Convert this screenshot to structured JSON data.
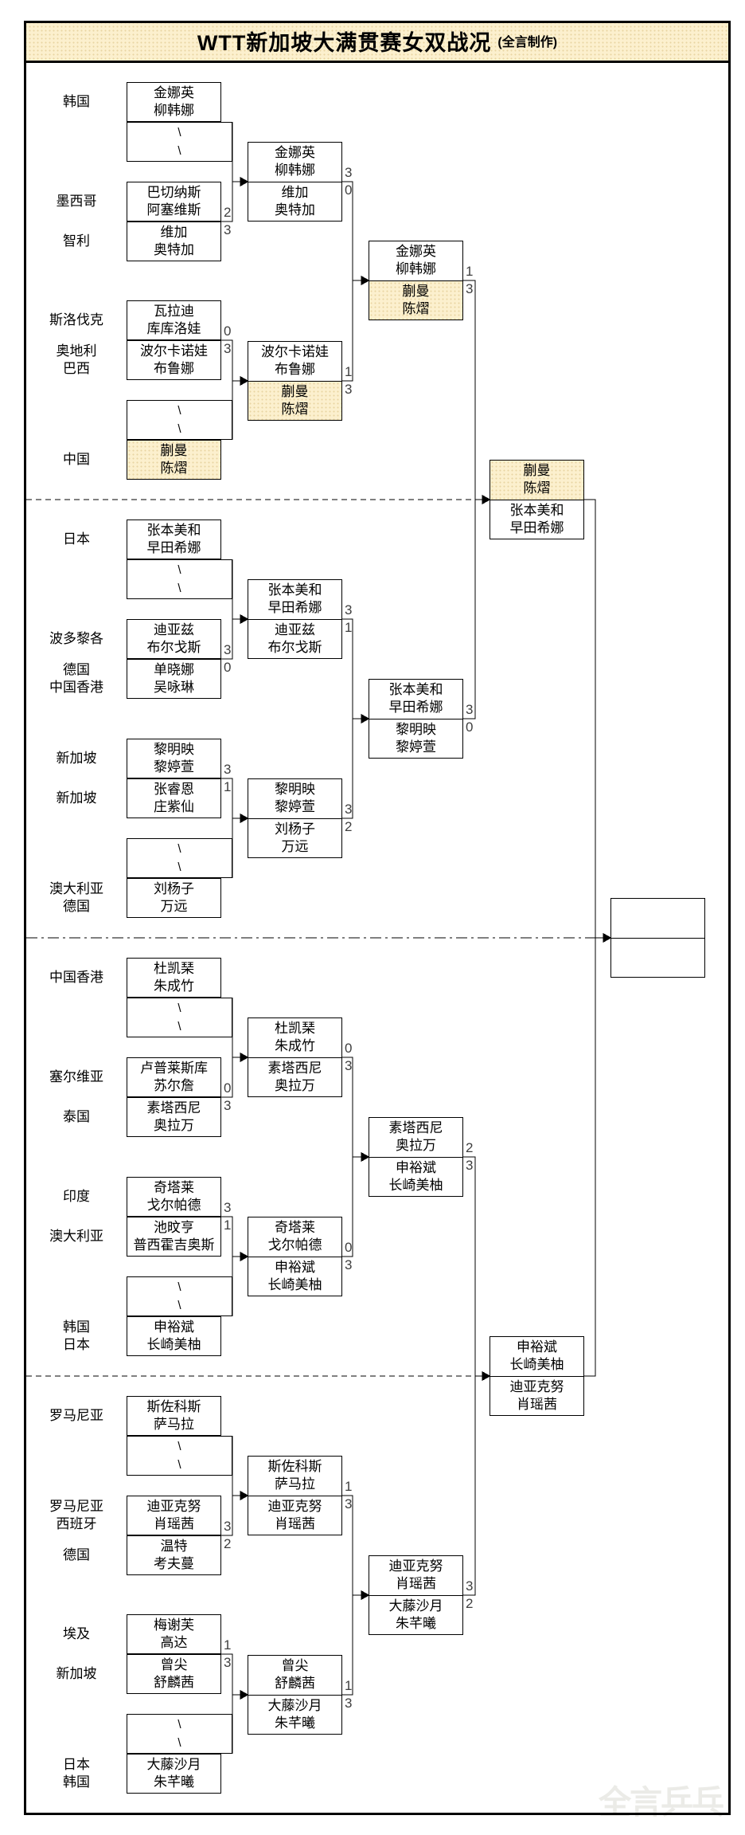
{
  "title": {
    "main": "WTT新加坡大满贯赛女双战况",
    "credit": "(全言制作)"
  },
  "watermark": "全言乒乓",
  "colors": {
    "highlight_fill": "#FCF0CE",
    "line": "#000000",
    "score_text": "#3F3F3F",
    "background": "#FFFFFF"
  },
  "bye": {
    "l1": "\\",
    "l2": "\\"
  },
  "countries": [
    {
      "l1": "韩国",
      "l2": ""
    },
    {
      "l1": "墨西哥",
      "l2": ""
    },
    {
      "l1": "智利",
      "l2": ""
    },
    {
      "l1": "斯洛伐克",
      "l2": ""
    },
    {
      "l1": "奥地利",
      "l2": "巴西"
    },
    {
      "l1": "中国",
      "l2": ""
    },
    {
      "l1": "日本",
      "l2": ""
    },
    {
      "l1": "波多黎各",
      "l2": ""
    },
    {
      "l1": "德国",
      "l2": "中国香港"
    },
    {
      "l1": "新加坡",
      "l2": ""
    },
    {
      "l1": "新加坡",
      "l2": ""
    },
    {
      "l1": "澳大利亚",
      "l2": "德国"
    },
    {
      "l1": "中国香港",
      "l2": ""
    },
    {
      "l1": "塞尔维亚",
      "l2": ""
    },
    {
      "l1": "泰国",
      "l2": ""
    },
    {
      "l1": "印度",
      "l2": ""
    },
    {
      "l1": "澳大利亚",
      "l2": ""
    },
    {
      "l1": "韩国",
      "l2": "日本"
    },
    {
      "l1": "罗马尼亚",
      "l2": ""
    },
    {
      "l1": "罗马尼亚",
      "l2": "西班牙"
    },
    {
      "l1": "德国",
      "l2": ""
    },
    {
      "l1": "埃及",
      "l2": ""
    },
    {
      "l1": "新加坡",
      "l2": ""
    },
    {
      "l1": "日本",
      "l2": "韩国"
    }
  ],
  "pairs": {
    "kim_ryu": {
      "p1": "金娜英",
      "p2": "柳韩娜"
    },
    "bachenas": {
      "p1": "巴切纳斯",
      "p2": "阿塞维斯"
    },
    "vega": {
      "p1": "维加",
      "p2": "奥特加"
    },
    "valadi": {
      "p1": "瓦拉迪",
      "p2": "库库洛娃"
    },
    "polcanova": {
      "p1": "波尔卡诺娃",
      "p2": "布鲁娜"
    },
    "kuai_chen": {
      "p1": "蒯曼",
      "p2": "陈熠"
    },
    "harimoto": {
      "p1": "张本美和",
      "p2": "早田希娜"
    },
    "diaz": {
      "p1": "迪亚兹",
      "p2": "布尔戈斯"
    },
    "shan_wu": {
      "p1": "单晓娜",
      "p2": "吴咏琳"
    },
    "lai_lai": {
      "p1": "黎明映",
      "p2": "黎婷萱"
    },
    "zhang_zhuang": {
      "p1": "张睿恩",
      "p2": "庄紫仙"
    },
    "liu_wan": {
      "p1": "刘杨子",
      "p2": "万远"
    },
    "du_zhu": {
      "p1": "杜凯琹",
      "p2": "朱成竹"
    },
    "lupulesku": {
      "p1": "卢普莱斯库",
      "p2": "苏尔詹"
    },
    "suthasini": {
      "p1": "素塔西尼",
      "p2": "奥拉万"
    },
    "chitale": {
      "p1": "奇塔莱",
      "p2": "戈尔帕德"
    },
    "jee": {
      "p1": "池旼亨",
      "p2": "普西霍吉奥斯"
    },
    "shin": {
      "p1": "申裕斌",
      "p2": "长崎美柚"
    },
    "szocs": {
      "p1": "斯佐科斯",
      "p2": "萨马拉"
    },
    "diaconu": {
      "p1": "迪亚克努",
      "p2": "肖瑶茜"
    },
    "winter": {
      "p1": "温特",
      "p2": "考夫蔓"
    },
    "meshref": {
      "p1": "梅谢芙",
      "p2": "高达"
    },
    "zeng": {
      "p1": "曾尖",
      "p2": "舒麟茜"
    },
    "otofuji": {
      "p1": "大藤沙月",
      "p2": "朱芊曦"
    }
  },
  "scores": {
    "r1m1": {
      "t": "2",
      "b": "3"
    },
    "r1m2": {
      "t": "0",
      "b": "3"
    },
    "r1m3": {
      "t": "3",
      "b": "0"
    },
    "r1m4": {
      "t": "3",
      "b": "1"
    },
    "r1m5": {
      "t": "0",
      "b": "3"
    },
    "r1m6": {
      "t": "3",
      "b": "1"
    },
    "r1m7": {
      "t": "3",
      "b": "2"
    },
    "r1m8": {
      "t": "1",
      "b": "3"
    },
    "r2m1": {
      "t": "3",
      "b": "0"
    },
    "r2m2": {
      "t": "1",
      "b": "3"
    },
    "r2m3": {
      "t": "3",
      "b": "1"
    },
    "r2m4": {
      "t": "3",
      "b": "2"
    },
    "r2m5": {
      "t": "0",
      "b": "3"
    },
    "r2m6": {
      "t": "0",
      "b": "3"
    },
    "r2m7": {
      "t": "1",
      "b": "3"
    },
    "r2m8": {
      "t": "1",
      "b": "3"
    },
    "qf1": {
      "t": "1",
      "b": "3"
    },
    "qf2": {
      "t": "3",
      "b": "0"
    },
    "qf3": {
      "t": "2",
      "b": "3"
    },
    "qf4": {
      "t": "3",
      "b": "2"
    }
  }
}
